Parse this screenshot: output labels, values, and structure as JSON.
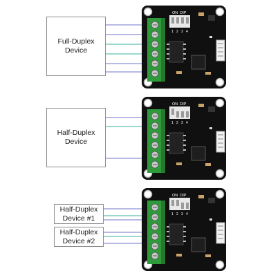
{
  "panels": [
    {
      "device_lines": [
        "Full-Duplex",
        "Device"
      ],
      "dip_label": "ON  DIP",
      "dip_numbers": [
        "1",
        "2",
        "3",
        "4"
      ]
    },
    {
      "device_lines": [
        "Half-Duplex",
        "Device"
      ],
      "dip_label": "ON  DIP",
      "dip_numbers": [
        "1",
        "2",
        "3",
        "4"
      ]
    },
    {
      "devices": [
        {
          "lines": [
            "Half-Duplex",
            "Device #1"
          ]
        },
        {
          "lines": [
            "Half-Duplex",
            "Device #2"
          ]
        }
      ],
      "dip_label": "ON  DIP",
      "dip_numbers": [
        "1",
        "2",
        "3",
        "4"
      ]
    }
  ],
  "colors": {
    "board": "#101010",
    "terminal": "#2e9a3a",
    "wire_blue": "#6f74c9",
    "wire_teal": "#35b09c",
    "box_border": "#8a8a8a"
  }
}
